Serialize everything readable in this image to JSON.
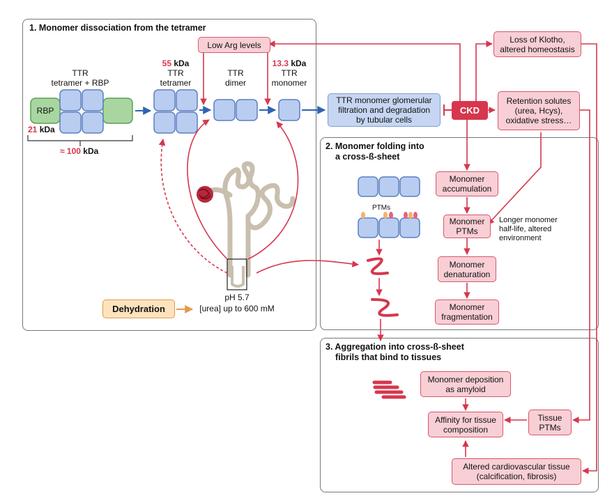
{
  "panel1": {
    "title": "1. Monomer dissociation from the tetramer",
    "tetramer_rbp_label": [
      "TTR",
      "tetramer + RBP"
    ],
    "rbp_label": "RBP",
    "rbp_kda_value": "21",
    "approx_kda_value": "≈ 100",
    "kda_unit": "kDa",
    "tetramer_kda_value": "55",
    "tetramer_label": [
      "TTR",
      "tetramer"
    ],
    "dimer_label": [
      "TTR",
      "dimer"
    ],
    "monomer_kda_value": "13.3",
    "monomer_label": [
      "TTR",
      "monomer"
    ],
    "low_arg": "Low Arg levels",
    "ph": "pH 5.7",
    "urea": "[urea] up to 600 mM",
    "dehydration": "Dehydration"
  },
  "center": {
    "filtration": [
      "TTR monomer glomerular",
      "filtration and degradation",
      "by tubular cells"
    ],
    "ckd": "CKD"
  },
  "right": {
    "klotho": [
      "Loss of Klotho,",
      "altered homeostasis"
    ],
    "retention": [
      "Retention solutes",
      "(urea, Hcys),",
      "oxidative stress…"
    ]
  },
  "panel2": {
    "title": [
      "2. Monomer folding into",
      "a cross-ß-sheet"
    ],
    "ptms_label": "PTMs",
    "accumulation": [
      "Monomer",
      "accumulation"
    ],
    "monomer_ptms": [
      "Monomer",
      "PTMs"
    ],
    "half_life": [
      "Longer monomer",
      "half-life, altered",
      "environment"
    ],
    "denaturation": [
      "Monomer",
      "denaturation"
    ],
    "fragmentation": [
      "Monomer",
      "fragmentation"
    ]
  },
  "panel3": {
    "title": [
      "3. Aggregation into cross-ß-sheet",
      "fibrils that bind to tissues"
    ],
    "deposition": [
      "Monomer deposition",
      "as amyloid"
    ],
    "affinity": [
      "Affinity for tissue",
      "composition"
    ],
    "tissue_ptms": [
      "Tissue",
      "PTMs"
    ],
    "cardio": [
      "Altered cardiovascular tissue",
      "(calcification, fibrosis)"
    ]
  },
  "colors": {
    "pink_fill": "#f8cfd5",
    "pink_stroke": "#d8576a",
    "red_arrow": "#d6374e",
    "blue_fill": "#b9cdf0",
    "blue_stroke": "#5c7fc2",
    "blue_arrow": "#2f64b3",
    "green_fill": "#a9d6a0",
    "green_stroke": "#5aa050",
    "orange_arrow": "#e49a4c"
  }
}
